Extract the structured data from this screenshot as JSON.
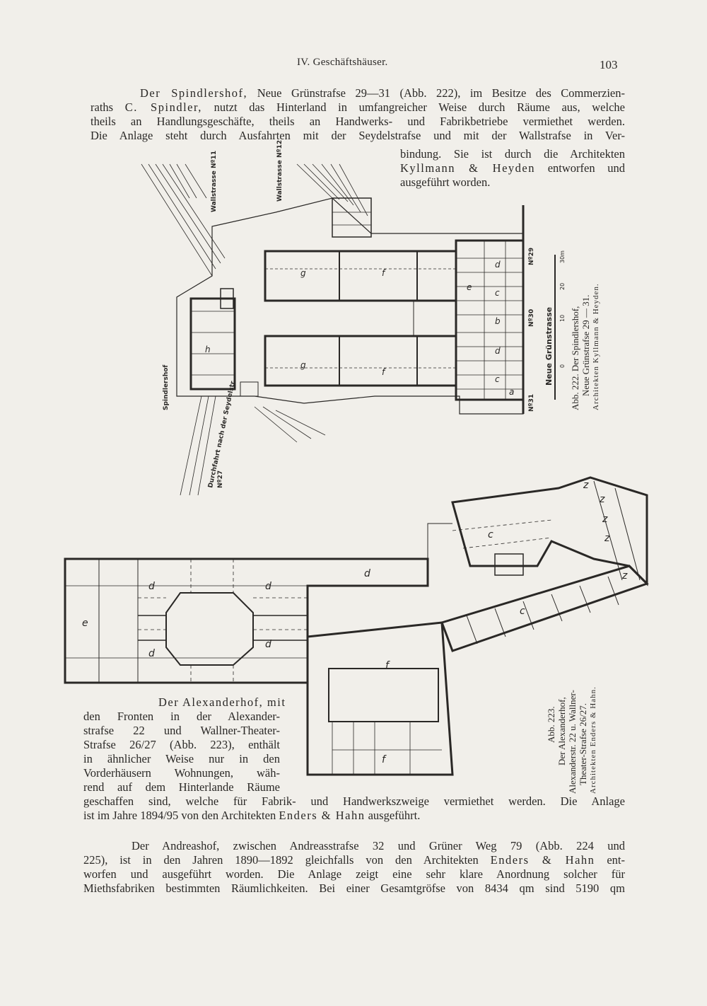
{
  "header": {
    "title": "IV. Geschäftshäuser.",
    "page_number": "103"
  },
  "para1": {
    "l1_a": "Der Spindlershof,",
    "l1_b": "Neue Grünstrafse 29—31 (Abb. 222), im Besitze des Commerzien-",
    "l2_a": "raths",
    "l2_b": "C. Spindler,",
    "l2_c": "nutzt das Hinterland in umfangreicher Weise durch Räume aus, welche",
    "l3": "theils an Handlungsgeschäfte, theils an Handwerks- und Fabrikbetriebe vermiethet werden.",
    "l4": "Die Anlage steht durch Ausfahrten mit der Seydelstrafse und mit der Wallstrafse in Ver-",
    "l5": "bindung. Sie ist durch die Architekten",
    "l6": "Kyllmann & Heyden",
    "l6b": "entworfen und",
    "l7": "ausgeführt worden."
  },
  "fig222": {
    "caption_l1": "Abb. 222. Der Spindlershof,",
    "caption_l2": "Neue Grünstrafse 29 — 31.",
    "caption_l3": "Architekten Kyllmann & Heyden.",
    "labels": {
      "wallstrasse_11": "Wallstrasse Nº11",
      "wallstrasse_12": "Wallstrasse Nº12",
      "spindlershof": "Spindlershof",
      "durchfahrt": "Durchfahrt nach der Seydelstr.",
      "no27": "Nº27",
      "neue_gruenstrasse": "Neue Grünstrasse",
      "no29": "Nº29",
      "no30": "Nº30",
      "no31": "Nº31",
      "scale_0": "0",
      "scale_10": "10",
      "scale_20": "20",
      "scale_30": "30m"
    },
    "room_letters": [
      "g",
      "f",
      "d",
      "c",
      "b",
      "a",
      "e",
      "h"
    ]
  },
  "fig223": {
    "caption_l1": "Abb. 223.",
    "caption_l2": "Der Alexanderhof,",
    "caption_l3": "Alexanderstr. 22 u. Wallner-",
    "caption_l4": "Theater-Strafse 26/27.",
    "caption_l5": "Architekten Enders & Hahn.",
    "room_letters": [
      "d",
      "e",
      "f",
      "c",
      "z"
    ]
  },
  "para2": {
    "l1": "Der Alexanderhof, mit",
    "l2": "den Fronten in der Alexander-",
    "l3": "strafse 22 und Wallner-Theater-",
    "l4": "Strafse 26/27 (Abb. 223), enthält",
    "l5": "in ähnlicher Weise nur in den",
    "l6": "Vorderhäusern Wohnungen, wäh-",
    "l7": "rend auf dem Hinterlande Räume",
    "l8": "geschaffen sind, welche für Fabrik- und Handwerkszweige vermiethet werden. Die Anlage",
    "l9_a": "ist im Jahre 1894/95 von den Architekten",
    "l9_b": "Enders & Hahn",
    "l9_c": "ausgeführt."
  },
  "para3": {
    "l1": "Der Andreashof, zwischen Andreasstrafse 32 und Grüner Weg 79 (Abb. 224 und",
    "l2_a": "225), ist in den Jahren 1890—1892 gleichfalls von den Architekten",
    "l2_b": "Enders & Hahn",
    "l2_c": "ent-",
    "l3": "worfen und ausgeführt worden. Die Anlage zeigt eine sehr klare Anordnung solcher für",
    "l4": "Miethsfabriken bestimmten Räumlichkeiten. Bei einer Gesamtgröfse von 8434 qm sind 5190 qm"
  }
}
